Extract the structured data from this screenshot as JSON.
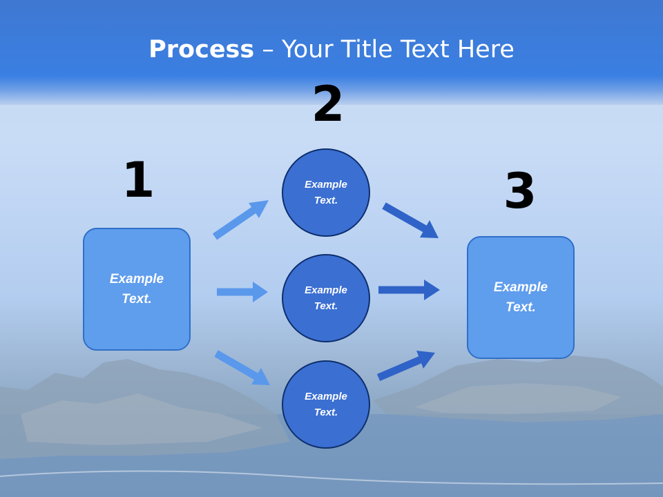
{
  "title": {
    "bold": "Process",
    "rest": " – Your Title Text Here"
  },
  "steps": {
    "one": "1",
    "two": "2",
    "three": "3"
  },
  "left_box": {
    "line1": "Example",
    "line2": "Text."
  },
  "right_box": {
    "line1": "Example",
    "line2": "Text."
  },
  "circles": [
    {
      "line1": "Example",
      "line2": "Text."
    },
    {
      "line1": "Example",
      "line2": "Text."
    },
    {
      "line1": "Example",
      "line2": "Text."
    }
  ],
  "colors": {
    "box_fill": "#5f9ded",
    "circle_fill": "#3b6fd2",
    "arrow_light": "#5a98ec",
    "arrow_dark": "#2f63c8",
    "title_band": "#3a7fe2"
  }
}
